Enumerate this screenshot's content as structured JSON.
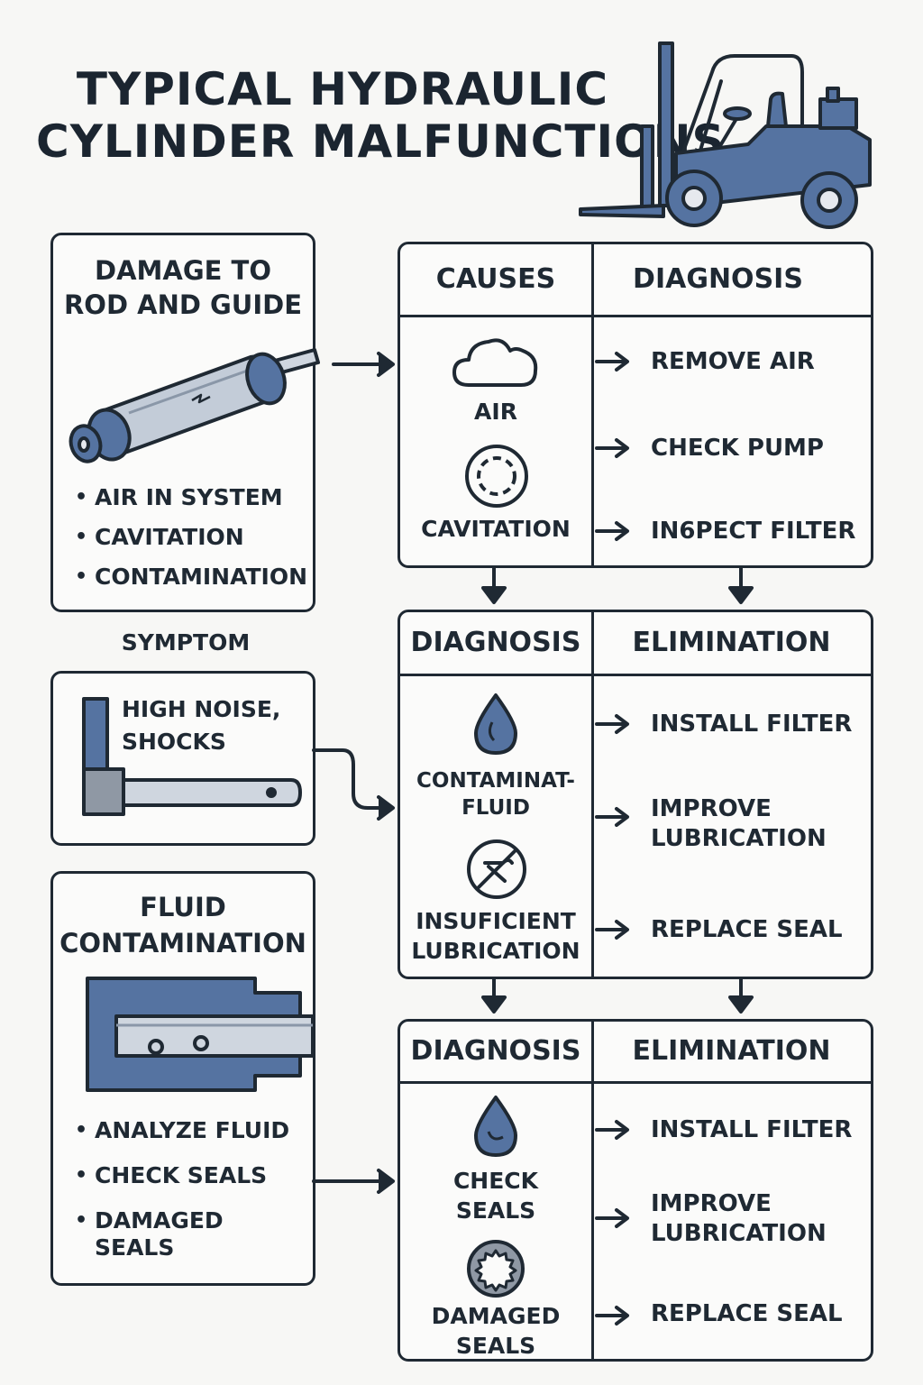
{
  "title": {
    "line1": "TYPICAL HYDRAULIC",
    "line2": "CYLINDER MALFUNCTIONS"
  },
  "icons": {
    "forklift": "forklift-icon",
    "cloud": "cloud-icon",
    "cavitation": "cavitation-ring-icon",
    "drop": "droplet-icon",
    "no_lubrication": "prohibited-wrench-icon",
    "gear": "gear-icon"
  },
  "colors": {
    "accent": "#5573a1",
    "outline": "#1f2933",
    "background": "#f7f7f5"
  },
  "left_panels": {
    "damage": {
      "title_line1": "DAMAGE TO",
      "title_line2": "ROD AND GUIDE",
      "bullets": [
        "AIR IN SYSTEM",
        "CAVITATION",
        "CONTAMINATION"
      ]
    },
    "symptom_label": "SYMPTOM",
    "symptom": {
      "line1": "HIGH NOISE,",
      "line2": "SHOCKS"
    },
    "fluid": {
      "title_line1": "FLUID",
      "title_line2": "CONTAMINATION",
      "bullets": [
        "ANALYZE FLUID",
        "CHECK SEALS",
        "DAMAGED SEALS"
      ]
    }
  },
  "tables": [
    {
      "left_header": "CAUSES",
      "right_header": "DIAGNOSIS",
      "items": [
        "AIR",
        "CAVITATION"
      ],
      "actions": [
        "REMOVE AIR",
        "CHECK PUMP",
        "IN6PECT FILTER"
      ]
    },
    {
      "left_header": "DIAGNOSIS",
      "right_header": "ELIMINATION",
      "items": [
        "CONTAMINAT-\nFLUID",
        "INSUFICIENT\nLUBRICATION"
      ],
      "actions": [
        "INSTALL FILTER",
        "IMPROVE\nLUBRICATION",
        "REPLACE SEAL"
      ]
    },
    {
      "left_header": "DIAGNOSIS",
      "right_header": "ELIMINATION",
      "items": [
        "CHECK\nSEALS",
        "DAMAGED\nSEALS"
      ],
      "actions": [
        "INSTALL FILTER",
        "IMPROVE\nLUBRICATION",
        "REPLACE SEAL"
      ]
    }
  ]
}
